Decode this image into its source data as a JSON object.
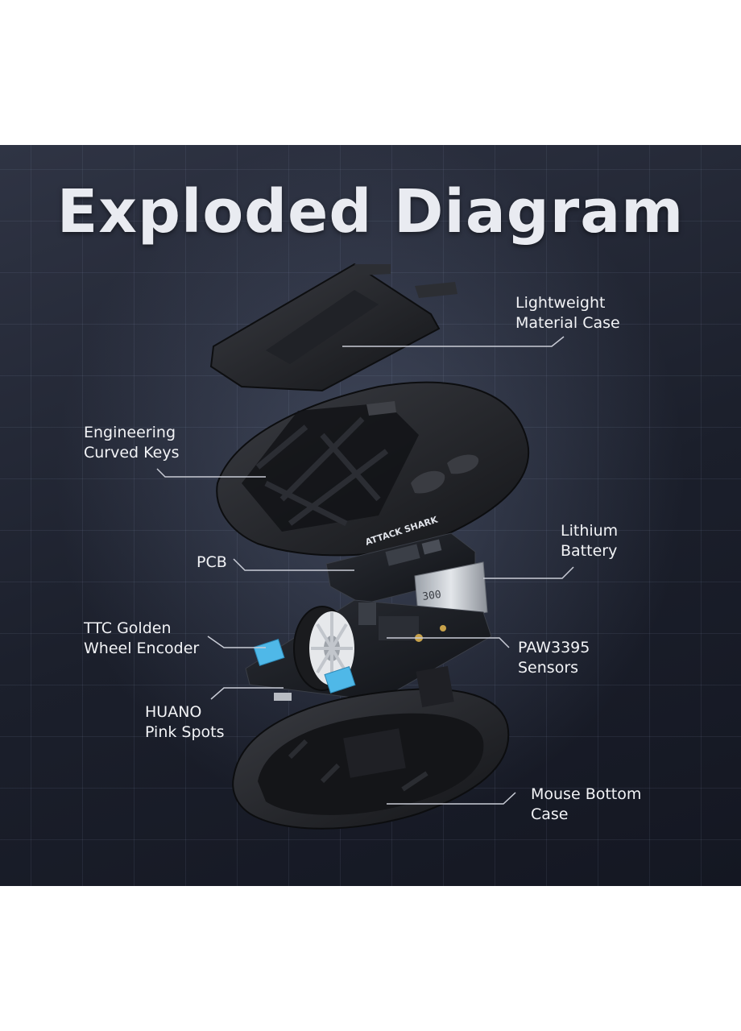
{
  "title": "Exploded Diagram",
  "brand_text": "ATTACK SHARK",
  "labels": {
    "lightweight_case": [
      "Lightweight",
      "Material Case"
    ],
    "curved_keys": [
      "Engineering",
      "Curved Keys"
    ],
    "lithium_battery": [
      "Lithium",
      "Battery"
    ],
    "pcb": [
      "PCB"
    ],
    "wheel_encoder": [
      "TTC Golden",
      "Wheel Encoder"
    ],
    "sensors": [
      "PAW3395",
      "Sensors"
    ],
    "pink_spots": [
      "HUANO",
      "Pink Spots"
    ],
    "bottom_case": [
      "Mouse Bottom",
      "Case"
    ]
  },
  "colors": {
    "background": "#1b1f2b",
    "text": "#f2f3f6",
    "leader_line": "#c9ccd6",
    "switch_blue": "#4fb8e8"
  }
}
